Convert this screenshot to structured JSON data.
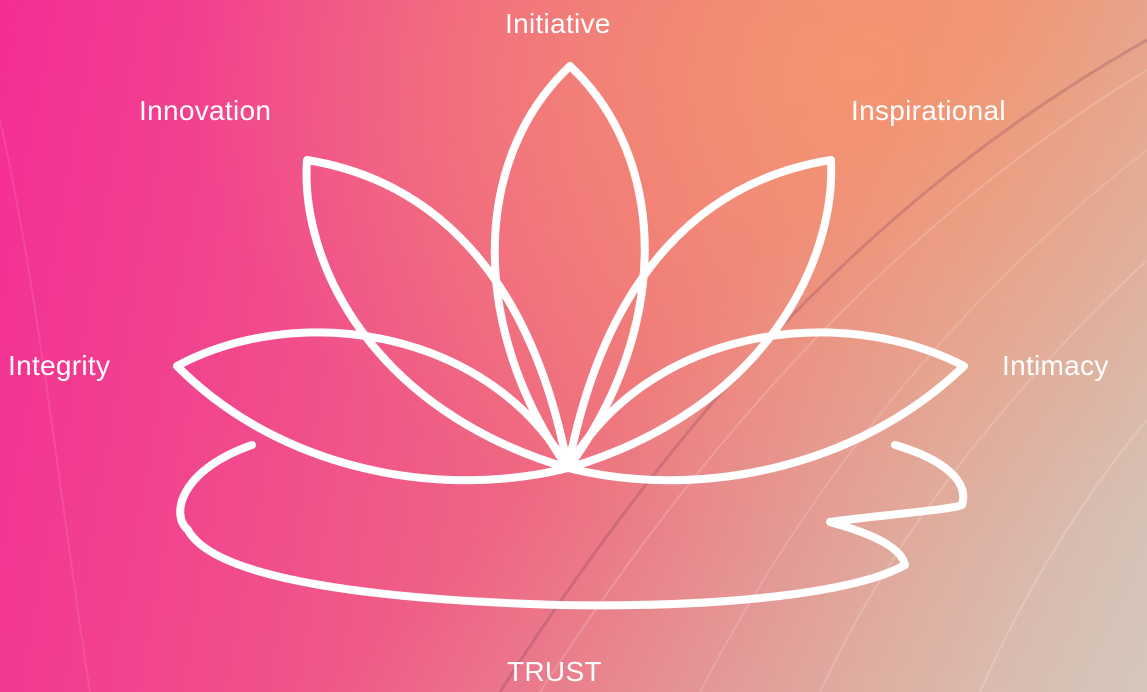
{
  "diagram": {
    "center": "TRUST",
    "petals": [
      "Integrity",
      "Innovation",
      "Initiative",
      "Inspirational",
      "Intimacy"
    ]
  },
  "colors": {
    "stroke": "#ffffff",
    "gradient_start": "#f42d95",
    "gradient_end": "#d8b3a6"
  }
}
